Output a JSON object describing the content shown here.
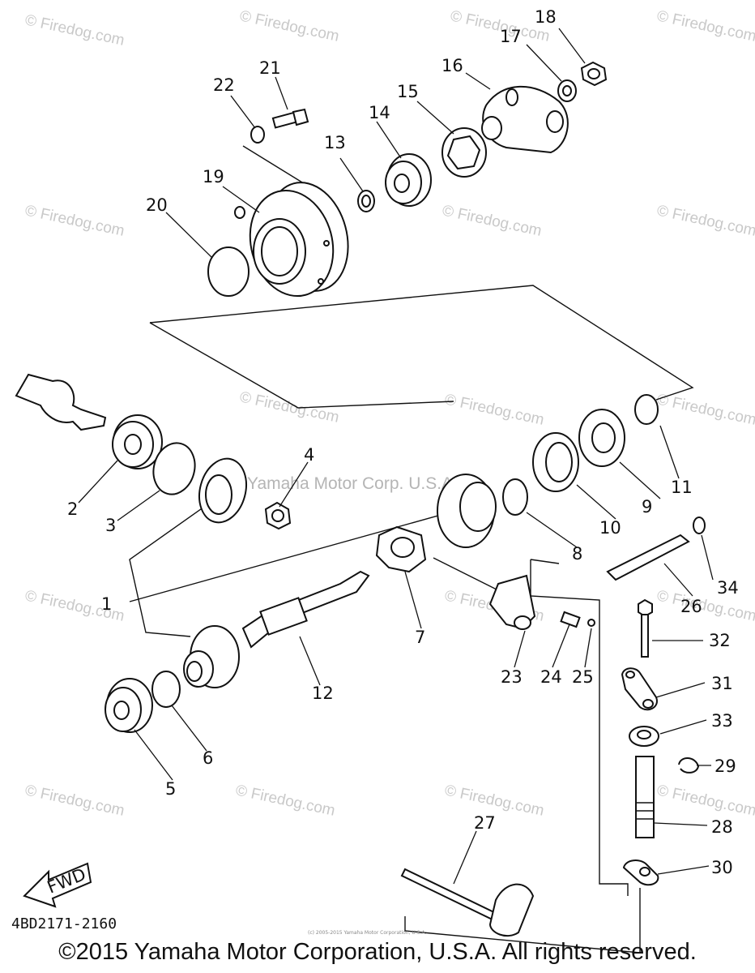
{
  "diagram": {
    "watermark_text": "© Firedog.com",
    "center_watermark": "Yamaha Motor Corp. U.S.A.",
    "fwd_label": "FWD",
    "diagram_code": "4BD2171-2160",
    "tiny_copyright": "(c) 2005-2015 Yamaha Motor Corporation, U.S.A.",
    "footer_copyright": "©2015 Yamaha Motor Corporation, U.S.A. All rights reserved.",
    "callouts": [
      "1",
      "2",
      "3",
      "4",
      "5",
      "6",
      "7",
      "8",
      "9",
      "10",
      "11",
      "12",
      "13",
      "14",
      "15",
      "16",
      "17",
      "18",
      "19",
      "20",
      "21",
      "22",
      "23",
      "24",
      "25",
      "26",
      "27",
      "28",
      "29",
      "30",
      "31",
      "32",
      "33",
      "34"
    ]
  }
}
